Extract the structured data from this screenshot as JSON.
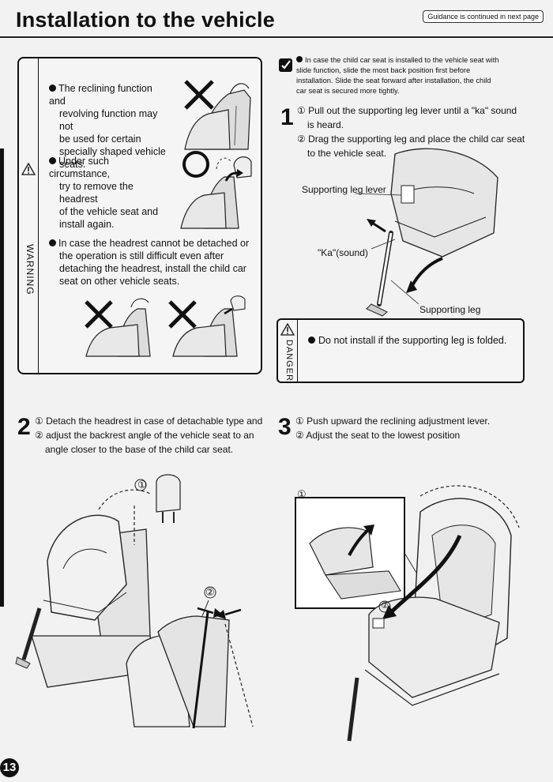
{
  "header": {
    "title": "Installation to the vehicle",
    "continued_badge": "Guidance is continued in next page"
  },
  "warning": {
    "label": "WARNING",
    "bullets": [
      [
        "The reclining function and",
        "revolving function may not",
        "be used for certain",
        "specially shaped vehicle",
        "seats."
      ],
      [
        "Under such circumstance,",
        "try to remove the headrest",
        "of the vehicle seat and",
        "install again."
      ],
      [
        "In case the headrest cannot be detached or",
        "the operation is still difficult even after",
        "detaching the headrest, install the child car",
        "seat on other vehicle seats."
      ]
    ]
  },
  "tip": {
    "lines": [
      "In case the child car seat is installed to the vehicle seat with",
      "slide function, slide the most back position first before",
      "installation. Slide the seat forward after installation, the child",
      "car seat is secured more tightly."
    ]
  },
  "step1": {
    "number": "1",
    "line1": "① Pull out the supporting leg lever until a \"ka\" sound",
    "line2": "is heard.",
    "line3": "② Drag the supporting leg and place the child car seat",
    "line4": "to the vehicle seat.",
    "callout_lever": "Supporting leg lever",
    "callout_ka": "\"Ka\"(sound)",
    "callout_leg": "Supporting leg"
  },
  "danger": {
    "label": "DANGER",
    "text": "Do not install if the supporting leg is folded."
  },
  "step2": {
    "number": "2",
    "line1": "① Detach the headrest in case of detachable type and",
    "line2": "② adjust the backrest angle of the vehicle seat to an",
    "line3": "angle closer to the base of the child car seat.",
    "marker1": "①",
    "marker2": "②"
  },
  "step3": {
    "number": "3",
    "line1": "① Push upward the reclining adjustment lever.",
    "line2": "② Adjust the seat to the lowest position",
    "marker1": "①",
    "marker2": "②"
  },
  "page_number": "13",
  "icons": {
    "warning": "warning-triangle-icon",
    "tip": "tip-check-icon",
    "cross": "cross-mark-icon",
    "ok": "circle-ok-icon"
  }
}
